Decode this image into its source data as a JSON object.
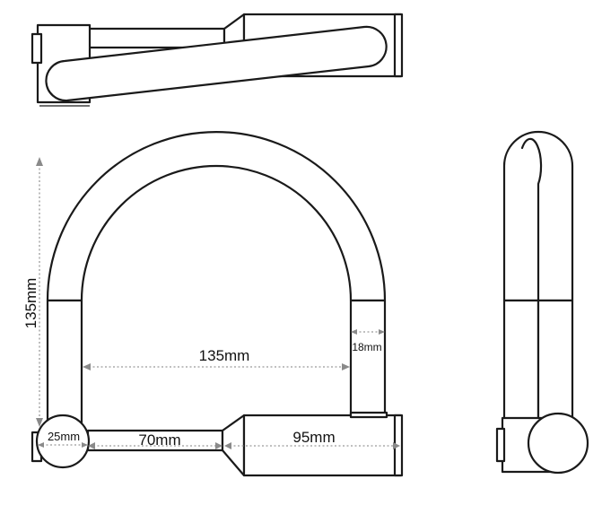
{
  "dimensions": {
    "height": "135mm",
    "width": "135mm",
    "tube": "18mm",
    "base": "25mm",
    "short_tube": "70mm",
    "long_tube": "95mm"
  }
}
